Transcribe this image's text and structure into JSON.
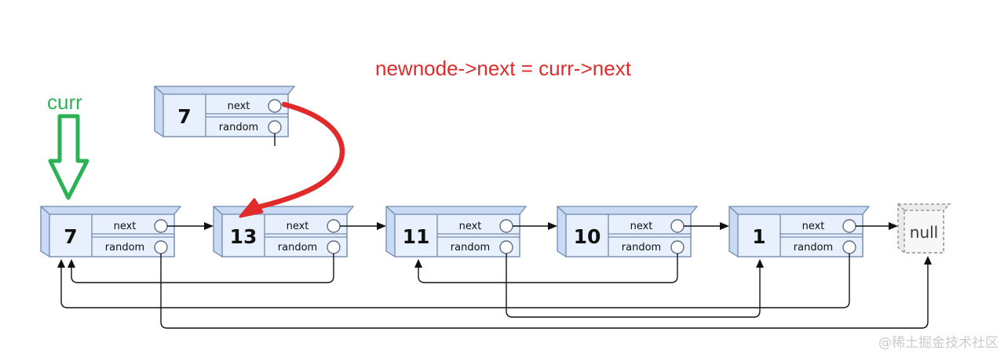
{
  "annotation": {
    "code_text": "newnode->next = curr->next",
    "curr_label": "curr"
  },
  "new_node": {
    "value": "7",
    "next_label": "next",
    "random_label": "random"
  },
  "list": {
    "field_labels": {
      "next": "next",
      "random": "random"
    },
    "nodes": [
      {
        "value": "7"
      },
      {
        "value": "13"
      },
      {
        "value": "11"
      },
      {
        "value": "10"
      },
      {
        "value": "1"
      }
    ],
    "terminal": "null",
    "next_chain": [
      "7",
      "13",
      "11",
      "10",
      "1",
      "null"
    ],
    "random_links": [
      {
        "from": "13",
        "to": "7"
      },
      {
        "from": "10",
        "to": "11"
      },
      {
        "from": "1",
        "to": "7"
      },
      {
        "from": "11",
        "to": "1"
      },
      {
        "from": "7",
        "to": "null"
      }
    ]
  },
  "colors": {
    "node_front": "#e7f0fc",
    "node_side": "#c9dbf4",
    "node_border": "#7389ae",
    "line": "#111111",
    "circle_stroke": "#5d6f8a",
    "red": "#e12b2b",
    "green": "#2ab254",
    "null_front": "#f7f7f7",
    "null_side": "#ebebeb",
    "null_border": "#999999",
    "null_text": "#3a3a3a",
    "watermark_gray": "#cbcbcb"
  },
  "watermark": "@稀土掘金技术社区"
}
